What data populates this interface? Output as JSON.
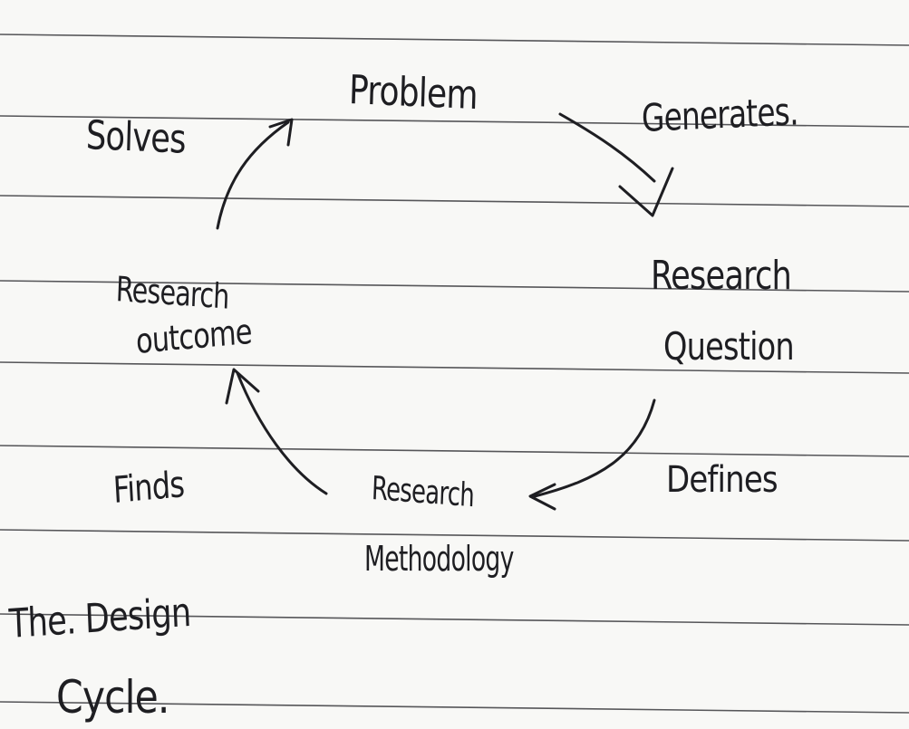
{
  "nodes": {
    "problem": "Problem",
    "question_line1": "Research",
    "question_line2": "Question",
    "methodology_line1": "Research",
    "methodology_line2": "Methodology",
    "outcome_line1": "Research",
    "outcome_line2": "outcome"
  },
  "edges": {
    "generates": "Generates.",
    "defines": "Defines",
    "finds": "Finds",
    "solves": "Solves"
  },
  "title": {
    "line1": "The. Design",
    "line2": "Cycle."
  },
  "colors": {
    "ink": "#1e1e22",
    "rule": "#3a3a3e",
    "paper": "#f8f8f6"
  }
}
